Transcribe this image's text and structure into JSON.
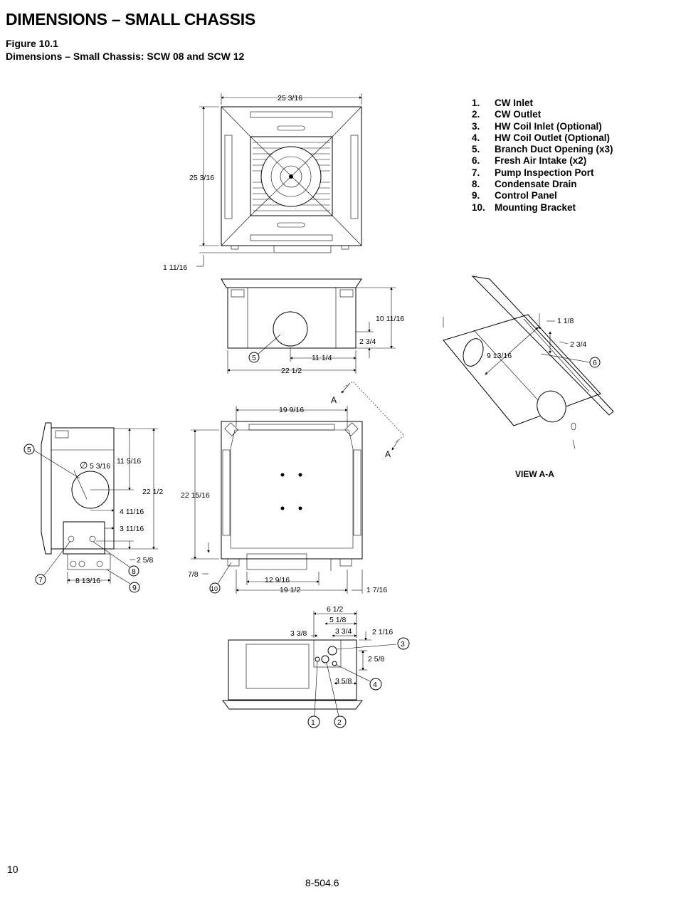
{
  "page": {
    "title": "DIMENSIONS – SMALL CHASSIS",
    "figure_number": "Figure 10.1",
    "figure_caption": "Dimensions – Small Chassis: SCW 08 and SCW 12",
    "page_number": "10",
    "doc_code": "8-504.6"
  },
  "legend": [
    {
      "num": "1.",
      "label": "CW Inlet"
    },
    {
      "num": "2.",
      "label": "CW Outlet"
    },
    {
      "num": "3.",
      "label": "HW Coil Inlet (Optional)"
    },
    {
      "num": "4.",
      "label": "HW Coil Outlet (Optional)"
    },
    {
      "num": "5.",
      "label": "Branch Duct Opening (x3)"
    },
    {
      "num": "6.",
      "label": "Fresh Air Intake (x2)"
    },
    {
      "num": "7.",
      "label": "Pump Inspection Port"
    },
    {
      "num": "8.",
      "label": "Condensate Drain"
    },
    {
      "num": "9.",
      "label": "Control Panel"
    },
    {
      "num": "10.",
      "label": "Mounting Bracket"
    }
  ],
  "views": {
    "top": {
      "width": "25 3/16",
      "depth": "25 3/16",
      "offset": "1 11/16"
    },
    "front": {
      "height": "10 11/16",
      "duct_center_height": "2 3/4",
      "duct_offset": "11 1/4",
      "width": "22 1/2"
    },
    "section": {
      "dim_a": "1 1/8",
      "dim_b": "2 3/4",
      "dim_c": "9 13/16",
      "label": "VIEW A-A",
      "cut_marker": "A"
    },
    "side": {
      "diameter_symbol": "∅",
      "duct_diameter": "5 3/16",
      "duct_top": "11 5/16",
      "depth": "22 1/2",
      "duct_offset": "4 11/16",
      "panel_offset": "3 11/16",
      "drain_height": "2 5/8",
      "panel_width": "8 13/16"
    },
    "bottom": {
      "top_width": "19 9/16",
      "depth": "22 15/16",
      "edge": "7/8",
      "inner": "12 9/16",
      "width": "19 1/2",
      "side": "1 7/16"
    },
    "rear": {
      "d1": "6 1/2",
      "d2": "5 1/8",
      "d3": "3 3/8",
      "d4": "3 3/4",
      "d5": "2 1/16",
      "d6": "2 5/8",
      "d7": "3 5/8"
    }
  },
  "callouts": {
    "c1": "1",
    "c2": "2",
    "c3": "3",
    "c4": "4",
    "c5": "5",
    "c6": "6",
    "c7": "7",
    "c8": "8",
    "c9": "9",
    "c10": "10"
  }
}
